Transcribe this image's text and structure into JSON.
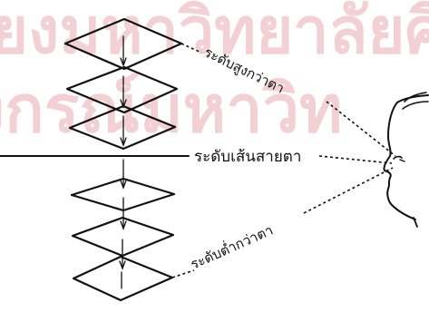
{
  "labels": {
    "higher": "ระดับสูงกว่าตา",
    "eye_level": "ระดับเส้นสายตา",
    "lower": "ระดับต่ำกว่าตา"
  },
  "watermark": {
    "line1": "ยงมหาวิทยาลัยศิลปากร",
    "line2": "งกรณ์มหาวิท"
  },
  "colors": {
    "ink": "#111111",
    "watermark": "#f2c8cc"
  }
}
